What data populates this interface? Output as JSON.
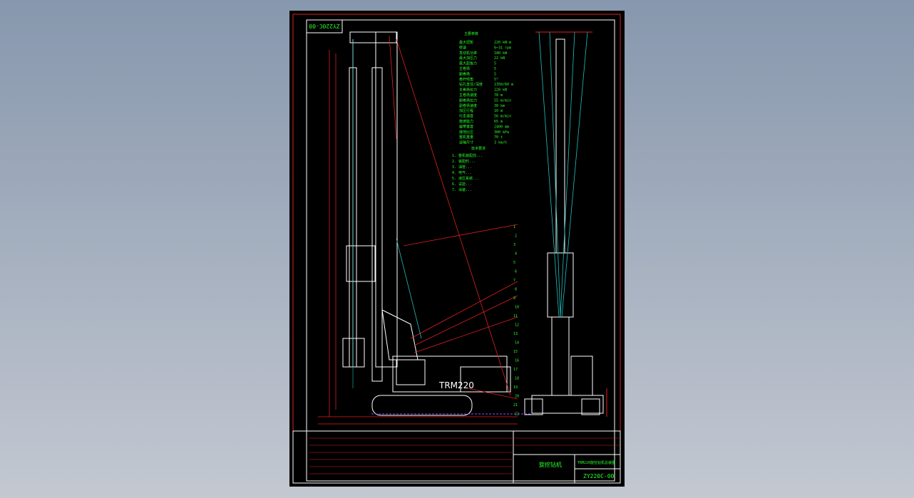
{
  "drawing": {
    "drawing_no_label": "ZY220C-00",
    "model_text": "TRM220",
    "spec_title": "主要参数",
    "specs": [
      {
        "name": "最大扭矩",
        "value": "220 kN·m"
      },
      {
        "name": "转速",
        "value": "6~31 rpm"
      },
      {
        "name": "发动机功率",
        "value": "180 kW"
      },
      {
        "name": "最大加压力",
        "value": "22 kN"
      },
      {
        "name": "最大起拔力",
        "value": "5"
      },
      {
        "name": "主卷扬",
        "value": "5"
      },
      {
        "name": "副卷扬",
        "value": "5"
      },
      {
        "name": "桅杆倾角",
        "value": "5°"
      },
      {
        "name": "钻孔直径/深度",
        "value": "1350/60 m"
      },
      {
        "name": "主卷扬拉力",
        "value": "220 kN"
      },
      {
        "name": "主卷扬速度",
        "value": "78 m"
      },
      {
        "name": "副卷扬拉力",
        "value": "55 m/min"
      },
      {
        "name": "副卷扬速度",
        "value": "30 km"
      },
      {
        "name": "加压行程",
        "value": "10 m"
      },
      {
        "name": "行走速度",
        "value": "56 m/min"
      },
      {
        "name": "爬坡能力",
        "value": "65 m"
      },
      {
        "name": "履带宽度",
        "value": "2400 mm"
      },
      {
        "name": "接地比压",
        "value": "300 kPa"
      },
      {
        "name": "整机重量",
        "value": "70 t"
      },
      {
        "name": "运输尺寸",
        "value": "3 km/h"
      }
    ],
    "notes_title": "技术要求",
    "notes": [
      "1. 整机装配前...",
      "2. 装配时...",
      "3. 油管...",
      "4. 电气...",
      "5. 液压系统...",
      "6. 试验...",
      "7. 涂装..."
    ],
    "title_block": {
      "name": "旋挖钻机",
      "model": "TRM220旋挖钻机总装图",
      "code": "ZY220C-00"
    },
    "balloons": [
      "1",
      "2",
      "3",
      "4",
      "5",
      "6",
      "7",
      "8",
      "9",
      "10",
      "11",
      "12",
      "13",
      "14",
      "15",
      "16",
      "17",
      "18",
      "19",
      "20",
      "21",
      "22"
    ]
  }
}
